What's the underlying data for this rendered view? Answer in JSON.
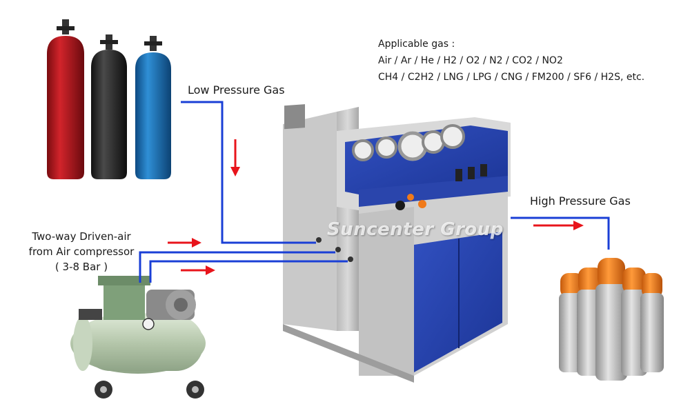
{
  "labels": {
    "low_pressure": "Low Pressure Gas",
    "high_pressure": "High Pressure Gas",
    "driven_air_line1": "Two-way Driven-air",
    "driven_air_line2": "from Air compressor",
    "driven_air_line3": "( 3-8 Bar )"
  },
  "applicable_gas": {
    "heading": "Applicable gas :",
    "line1": "Air / Ar / He / H2 / O2 / N2 / CO2 / NO2",
    "line2": "CH4 / C2H2 / LNG / LPG / CNG / FM200 / SF6 / H2S, etc."
  },
  "watermark": "Suncenter Group",
  "colors": {
    "pipe": "#1a3fd6",
    "arrow": "#e8141b",
    "cabinet_blue": "#2540a8",
    "cylinder_red": "#b3141b",
    "cylinder_black": "#222222",
    "cylinder_blue": "#1d6fb3",
    "cylinder_orange": "#f07a1a",
    "cylinder_aluminum": "#c9c9c9",
    "compressor_green": "#b9cbb0"
  }
}
